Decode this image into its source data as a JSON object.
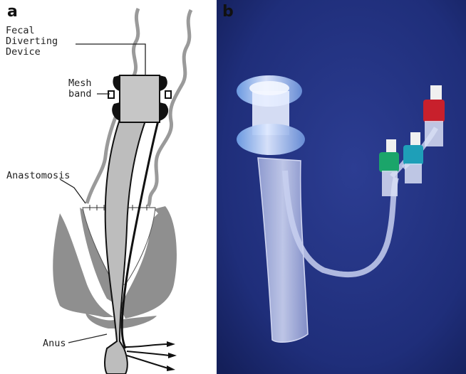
{
  "panel_a": {
    "letter": "a",
    "labels": {
      "fecal_device": [
        "Fecal",
        "Diverting",
        "Device"
      ],
      "mesh_band": [
        "Mesh",
        "band"
      ],
      "anastomosis": "Anastomosis",
      "anus": "Anus"
    }
  },
  "panel_b": {
    "letter": "b"
  },
  "colors": {
    "tissue_gray": "#8f8f8f",
    "device_gray": "#bdbdbd",
    "photo_background": "#1f2e7a",
    "connector_red": "#c8202c",
    "connector_green": "#1ba56a",
    "connector_teal": "#1e9fb8",
    "cuff_blue": "#6f9fe6"
  }
}
